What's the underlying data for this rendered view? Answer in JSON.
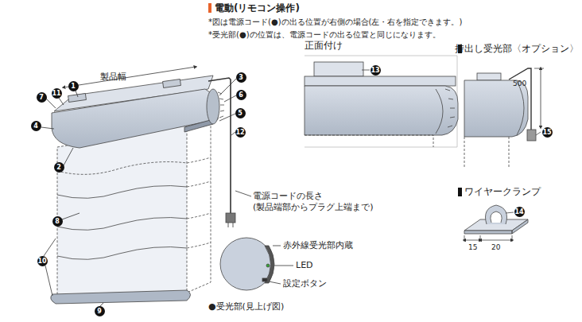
{
  "diagram": {
    "title": "電動(リモコン操作)",
    "labels": [
      "*図は電源コード(●)の出る位置が右側の場合(左・右を指定できます。)",
      "*受光部(●)の位置は、電源コードの出る位置と同じになります。",
      "製品幅",
      "1",
      "11",
      "7",
      "3",
      "6",
      "5",
      "4",
      "12",
      "2",
      "8",
      "10",
      "9",
      "電源コードの長さ (製品端部からプラグ上端まで)",
      "赤外線受光部内蔵",
      "LED",
      "設定ボタン",
      "●受光部(見上げ図)",
      "正面付け",
      "13",
      "持出し受光部〈オプション〉",
      "500",
      "15",
      "ワイヤークランプ",
      "14",
      "15",
      "20"
    ]
  }
}
